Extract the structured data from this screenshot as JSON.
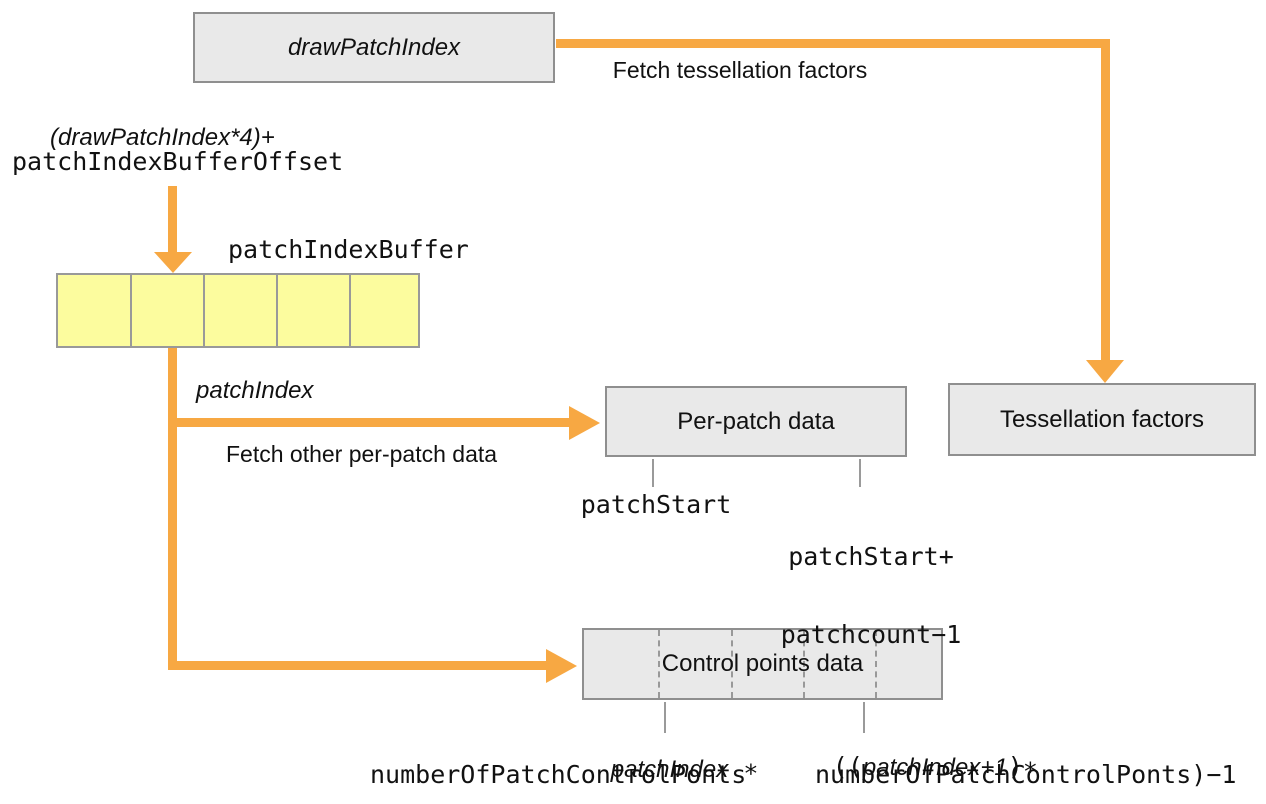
{
  "diagram": {
    "boxes": {
      "draw": "drawPatchIndex",
      "tessellation": "Tessellation factors",
      "per_patch": "Per-patch data",
      "control_points": "Control points data"
    },
    "buffer": {
      "label": "patchIndexBuffer",
      "cells": 5
    },
    "edge_labels": {
      "fetch_tessellation": "Fetch tessellation factors",
      "fetch_per_patch": "Fetch other per-patch data",
      "patch_index": "patchIndex"
    },
    "offset_label": {
      "line1": "(drawPatchIndex*4)+",
      "line2": "patchIndexBufferOffset"
    },
    "per_patch_range": {
      "start": "patchStart",
      "end_line1": "patchStart+",
      "end_line2": "patchcount−1"
    },
    "control_points_range": {
      "start_line1_italic": "patchIndex",
      "start_line1_op": " ∗",
      "start_line2": "numberOfPatchControlPonts",
      "end_line1_open": "((",
      "end_line1_italic": "patchIndex+1",
      "end_line1_close": ")∗",
      "end_line2": "numberOfPatchControlPonts)−1"
    },
    "colors": {
      "arrow": "#F7A843",
      "buffer_fill": "#FCFC9E",
      "box_fill": "#E9E9E9",
      "box_border": "#8F8F8F",
      "tick": "#9A9A9A"
    }
  }
}
